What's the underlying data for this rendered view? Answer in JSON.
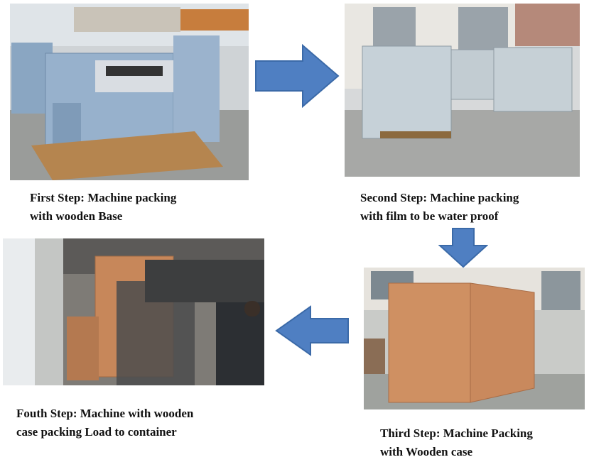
{
  "steps": [
    {
      "line1": "First Step: Machine packing",
      "line2": "with wooden Base"
    },
    {
      "line1": "Second Step: Machine packing",
      "line2": "with film to be water proof"
    },
    {
      "line1": "Third Step: Machine Packing",
      "line2": "with Wooden case"
    },
    {
      "line1": "Fouth Step: Machine with wooden",
      "line2": "case packing Load to container"
    }
  ],
  "colors": {
    "arrow": "#4f7fc2",
    "arrow_stroke": "#3b6aa8",
    "text": "#111111"
  }
}
